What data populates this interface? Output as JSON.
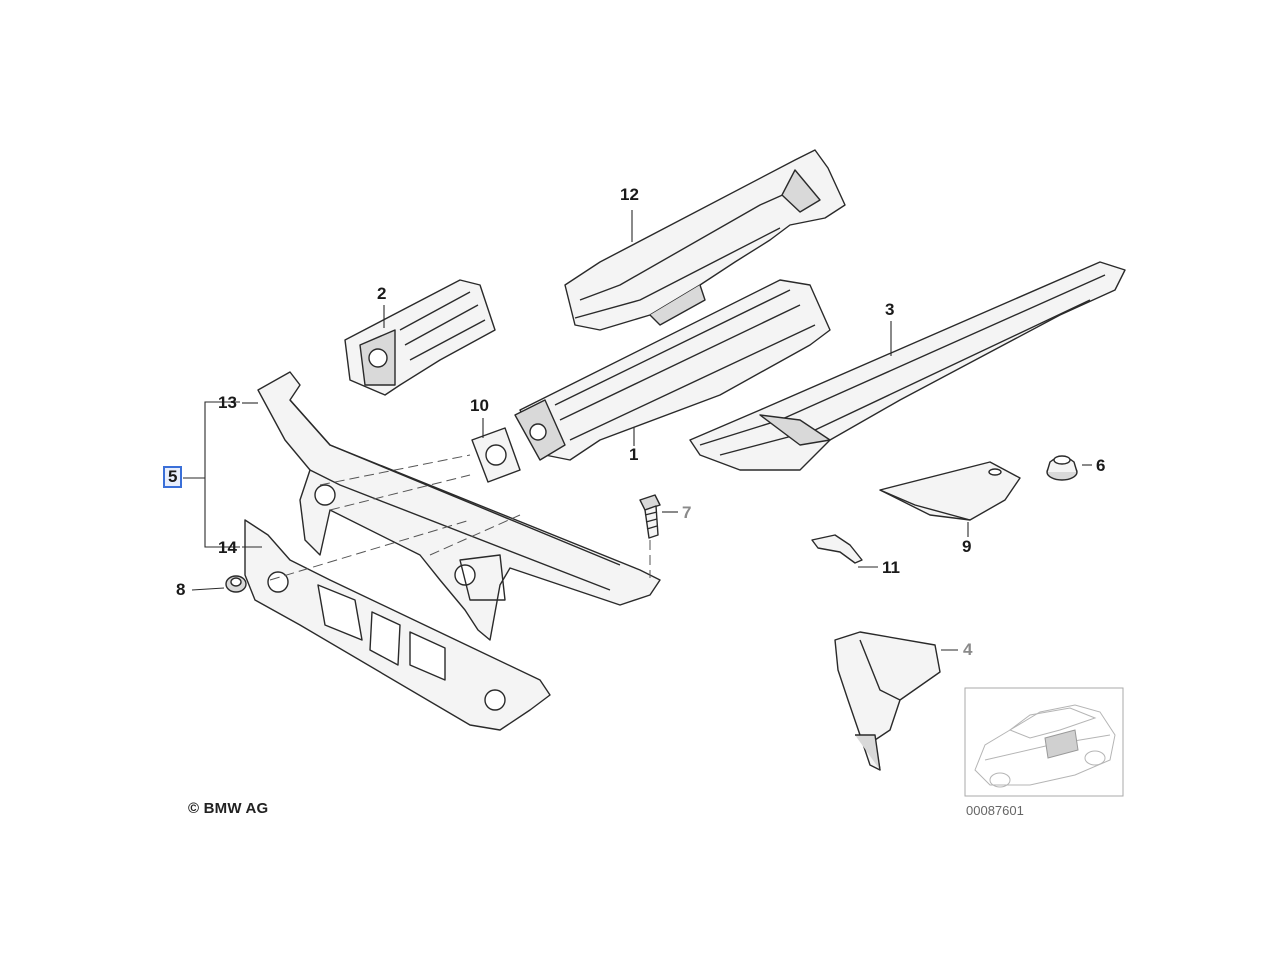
{
  "callouts": {
    "c1": "1",
    "c2": "2",
    "c3": "3",
    "c4": "4",
    "c5": "5",
    "c6": "6",
    "c7": "7",
    "c8": "8",
    "c9": "9",
    "c10": "10",
    "c11": "11",
    "c12": "12",
    "c13": "13",
    "c14": "14"
  },
  "selected_callout": "5",
  "copyright": "© BMW AG",
  "diagram_number": "00087601",
  "colors": {
    "line": "#2a2a2a",
    "part_fill": "#f4f4f4",
    "part_shade": "#d9d9d9",
    "selected_border": "#3a6fd8",
    "grey_callout": "#8a8a8a"
  }
}
